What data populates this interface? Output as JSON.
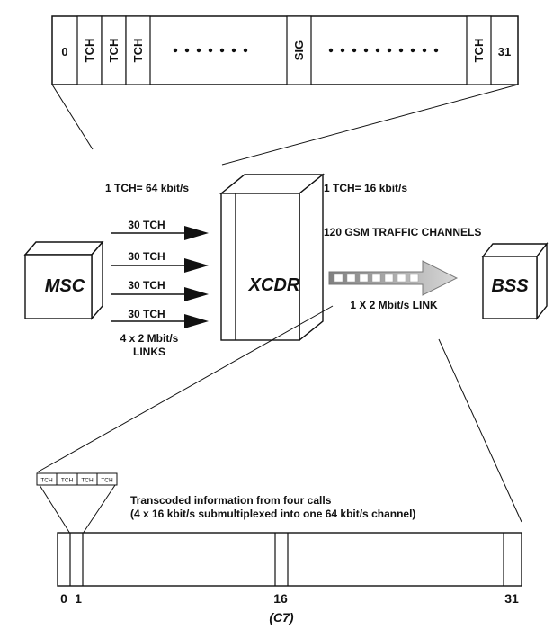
{
  "top_frame": {
    "slot_first": "0",
    "tch_label": "TCH",
    "sig_label": "SIG",
    "slot_last": "31"
  },
  "left_rate": "1 TCH= 64 kbit/s",
  "right_rate": "1 TCH= 16 kbit/s",
  "msc": {
    "label": "MSC"
  },
  "xcdr": {
    "label": "XCDR"
  },
  "bss": {
    "label": "BSS"
  },
  "input_arrows": [
    "30 TCH",
    "30 TCH",
    "30 TCH",
    "30 TCH"
  ],
  "links_line1": "4 x 2 Mbit/s",
  "links_line2": "LINKS",
  "gsm_channels": "120 GSM TRAFFIC CHANNELS",
  "output_link": "1 X 2 Mbit/s LINK",
  "sub_slots": [
    "TCH",
    "TCH",
    "TCH",
    "TCH"
  ],
  "transcoded_line1": "Transcoded information from four calls",
  "transcoded_line2": "(4 x 16 kbit/s submultiplexed into one 64 kbit/s channel)",
  "bottom_frame": {
    "tick_0": "0",
    "tick_1": "1",
    "tick_16": "16",
    "tick_31": "31",
    "caption": "(C7)"
  }
}
